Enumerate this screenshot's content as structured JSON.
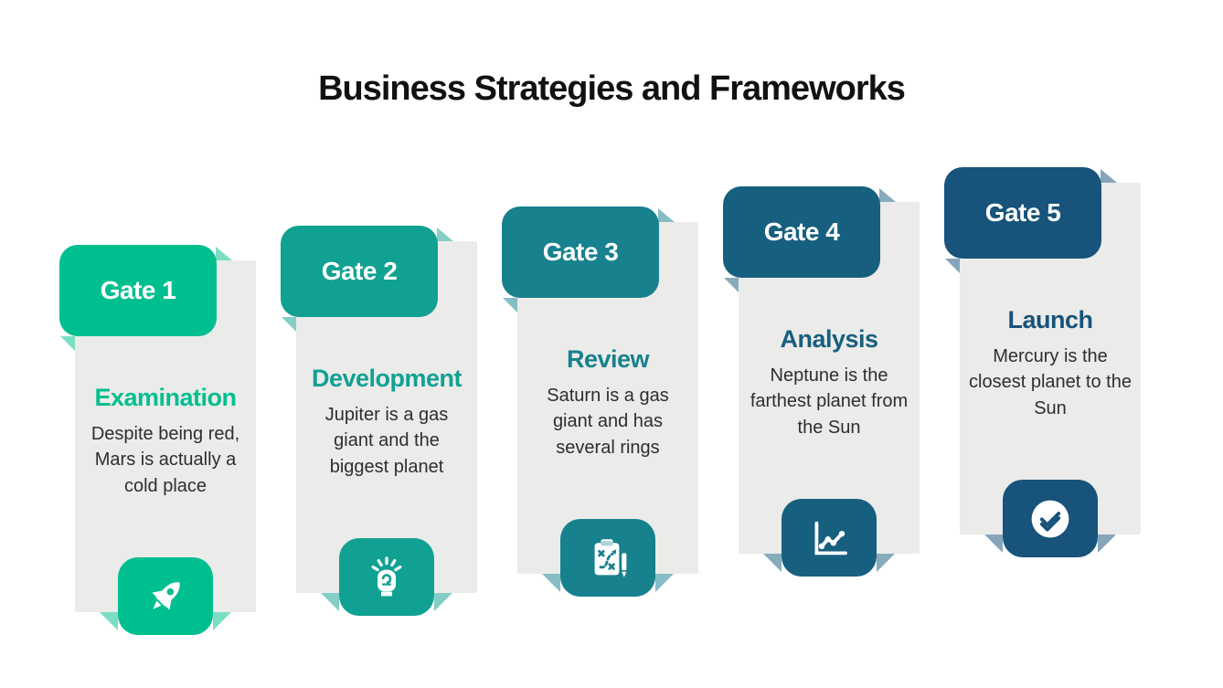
{
  "title": "Business Strategies and Frameworks",
  "colors": {
    "page_bg": "#ffffff",
    "title_color": "#111111",
    "card_bg": "#ebebea",
    "text": "#2e2e2e"
  },
  "gates": [
    {
      "label": "Gate 1",
      "heading": "Examination",
      "body": "Despite being red, Mars is actually a cold place",
      "color": "#00BF8F",
      "icon": "rocket-icon"
    },
    {
      "label": "Gate 2",
      "heading": "Development",
      "body": "Jupiter is a gas giant and the biggest planet",
      "color": "#11A192",
      "icon": "fist-spark-icon"
    },
    {
      "label": "Gate 3",
      "heading": "Review",
      "body": "Saturn is a gas giant and has several rings",
      "color": "#17818D",
      "icon": "clipboard-strategy-icon"
    },
    {
      "label": "Gate 4",
      "heading": "Analysis",
      "body": "Neptune is the farthest planet from the Sun",
      "color": "#175F7E",
      "icon": "line-chart-icon"
    },
    {
      "label": "Gate 5",
      "heading": "Launch",
      "body": "Mercury is the closest planet to the Sun",
      "color": "#17537A",
      "icon": "double-check-icon"
    }
  ]
}
